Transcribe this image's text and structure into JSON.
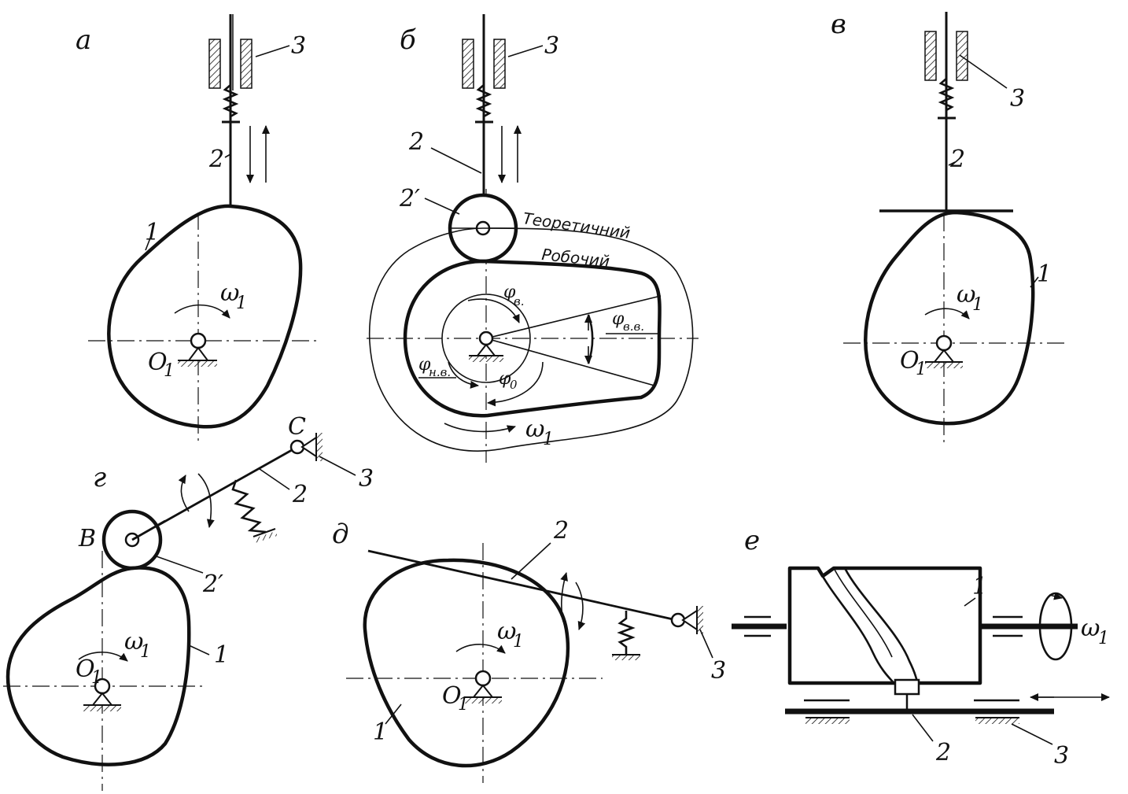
{
  "panels": {
    "a": {
      "letter": "а",
      "cam": "1",
      "follower": "2",
      "guide": "3",
      "omega": "ω",
      "omega_sub": "1",
      "center": "O",
      "center_sub": "1"
    },
    "b": {
      "letter": "б",
      "follower": "2",
      "roller": "2′",
      "guide": "3",
      "theoretical": "Теоретичний",
      "working": "Робочий",
      "phi_v": "φ",
      "phi_v_sub": "в.",
      "phi_vv": "φ",
      "phi_vv_sub": "в.в.",
      "phi_nv": "φ",
      "phi_nv_sub": "н.в.",
      "phi_0": "φ",
      "phi_0_sub": "0",
      "omega": "ω",
      "omega_sub": "1"
    },
    "v": {
      "letter": "в",
      "cam": "1",
      "follower": "2",
      "guide": "3",
      "omega": "ω",
      "omega_sub": "1",
      "center": "O",
      "center_sub": "1"
    },
    "g": {
      "letter": "г",
      "cam": "1",
      "arm": "2",
      "roller": "2′",
      "frame": "3",
      "point_b": "B",
      "point_c": "C",
      "omega": "ω",
      "omega_sub": "1",
      "center": "O",
      "center_sub": "1"
    },
    "d": {
      "letter": "д",
      "cam": "1",
      "arm": "2",
      "frame": "3",
      "omega": "ω",
      "omega_sub": "1",
      "center": "O",
      "center_sub": "1"
    },
    "e": {
      "letter": "е",
      "cam": "1",
      "slider": "2",
      "frame": "3",
      "omega": "ω",
      "omega_sub": "1"
    }
  }
}
